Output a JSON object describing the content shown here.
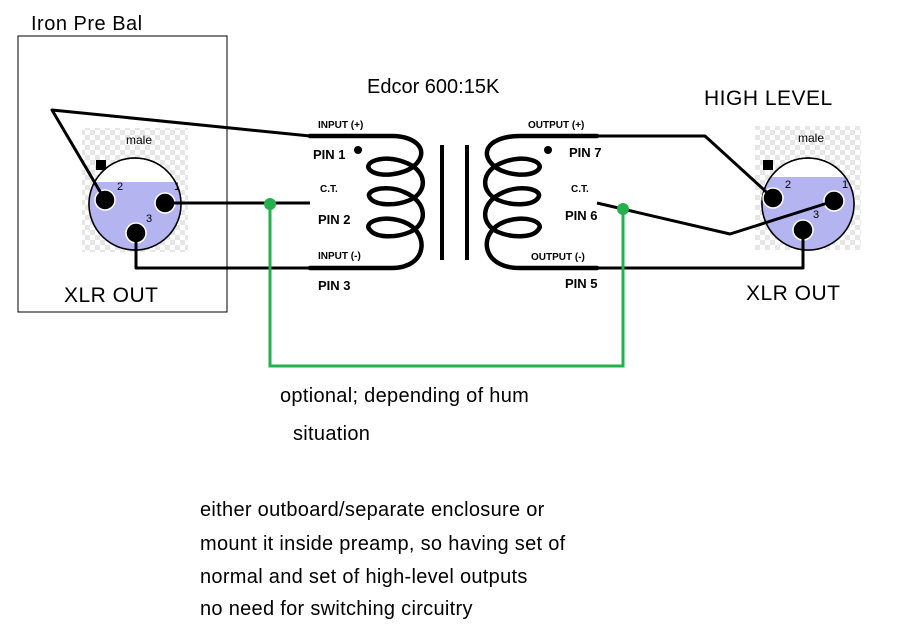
{
  "left_box": {
    "title": "Iron Pre Bal",
    "connector_label": "male",
    "pin_numbers": [
      "1",
      "2",
      "3"
    ],
    "output_label": "XLR OUT"
  },
  "transformer": {
    "title": "Edcor 600:15K",
    "input_plus": "INPUT (+)",
    "pin1": "PIN 1",
    "ct_in": "C.T.",
    "pin2": "PIN 2",
    "input_minus": "INPUT (-)",
    "pin3": "PIN 3",
    "output_plus": "OUTPUT (+)",
    "pin7": "PIN 7",
    "ct_out": "C.T.",
    "pin6": "PIN 6",
    "output_minus": "OUTPUT (-)",
    "pin5": "PIN 5"
  },
  "right": {
    "title": "HIGH LEVEL",
    "connector_label": "male",
    "pin_numbers": [
      "1",
      "2",
      "3"
    ],
    "output_label": "XLR OUT"
  },
  "optional_note": {
    "line1": "optional; depending of hum",
    "line2": "situation"
  },
  "bottom_note": {
    "lines": [
      "either outboard/separate enclosure or",
      "mount it inside preamp, so having set of",
      "normal and set of high-level outputs",
      "no need for switching circuitry"
    ]
  },
  "colors": {
    "wire": "#000000",
    "ground_wire": "#22b14c",
    "connector_fill": "#b4b4f0",
    "pin_fill": "#000000"
  }
}
